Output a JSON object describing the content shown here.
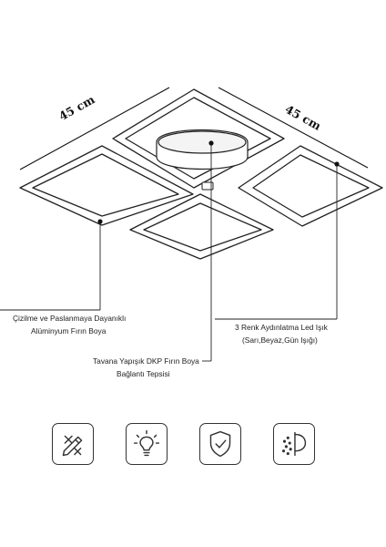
{
  "dimensions": {
    "width_label": "45 cm",
    "depth_label": "45 cm"
  },
  "callouts": {
    "finish_line1": "Çizilme ve Paslanmaya Dayanıklı",
    "finish_line2": "Alüminyum Fırın Boya",
    "led_line1": "3 Renk Aydınlatma Led Işık",
    "led_line2": "(Sarı,Beyaz,Gün Işığı)",
    "mount_line1": "Tavana Yapışık DKP Fırın Boya",
    "mount_line2": "Bağlantı Tepsisi"
  },
  "icons": [
    "scratch-resistant-icon",
    "led-bulb-icon",
    "shield-check-icon",
    "paint-spray-icon"
  ]
}
